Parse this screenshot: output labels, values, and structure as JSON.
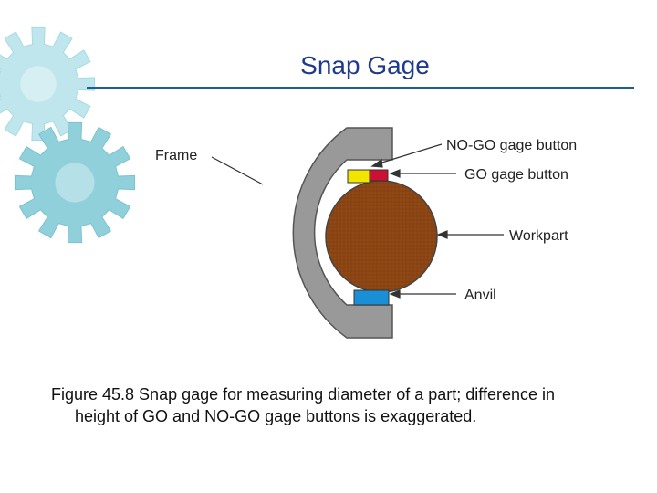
{
  "title": "Snap Gage",
  "labels": {
    "frame": "Frame",
    "nogo_button": "NO-GO gage button",
    "go_button": "GO gage button",
    "workpart": "Workpart",
    "anvil": "Anvil"
  },
  "caption": {
    "line1": "Figure 45.8  Snap gage for measuring diameter of a part; difference in",
    "line2": "height of GO and NO‑GO gage buttons is exaggerated."
  },
  "colors": {
    "frame": "#999999",
    "workpart": "#8b4513",
    "nogo_button": "#cc1133",
    "go_button": "#f2e600",
    "anvil": "#1b8fd6",
    "gear_light": "#bfe6ec",
    "gear_dark": "#8fd0db",
    "title": "#1f3a8a"
  }
}
